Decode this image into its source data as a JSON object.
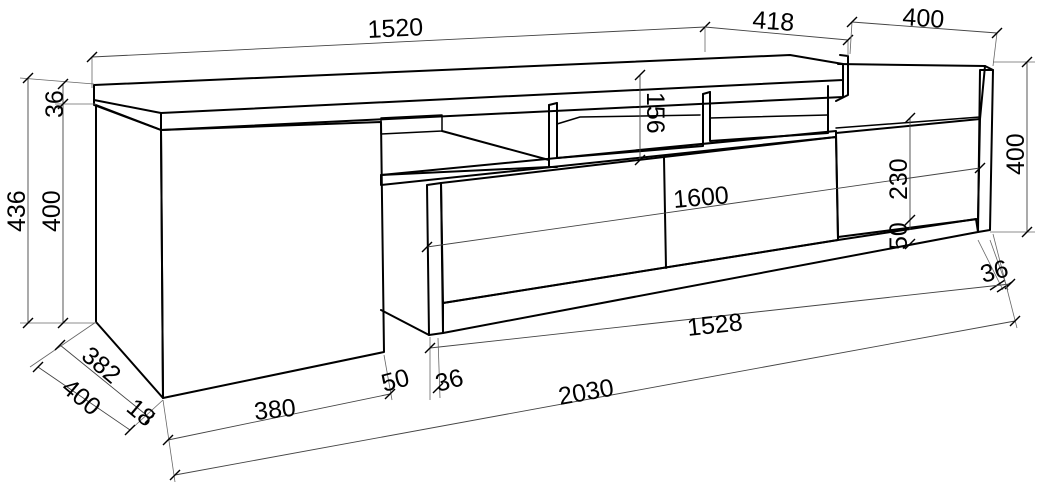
{
  "dimensions": {
    "top_length": "1520",
    "side_depth_top": "418",
    "rear_depth_top": "400",
    "top_thickness": "36",
    "total_height": "436",
    "cabinet_height": "400",
    "shelf_height": "156",
    "front_width": "1600",
    "drawer_height": "230",
    "right_height": "400",
    "plinth_gap": "50",
    "side_panel": "36",
    "bottom_width": "1528",
    "depth_inner": "382",
    "depth_outer": "400",
    "panel_thickness": "18",
    "cabinet_width": "380",
    "gap_left": "50",
    "panel_left": "36",
    "overall_width": "2030"
  }
}
